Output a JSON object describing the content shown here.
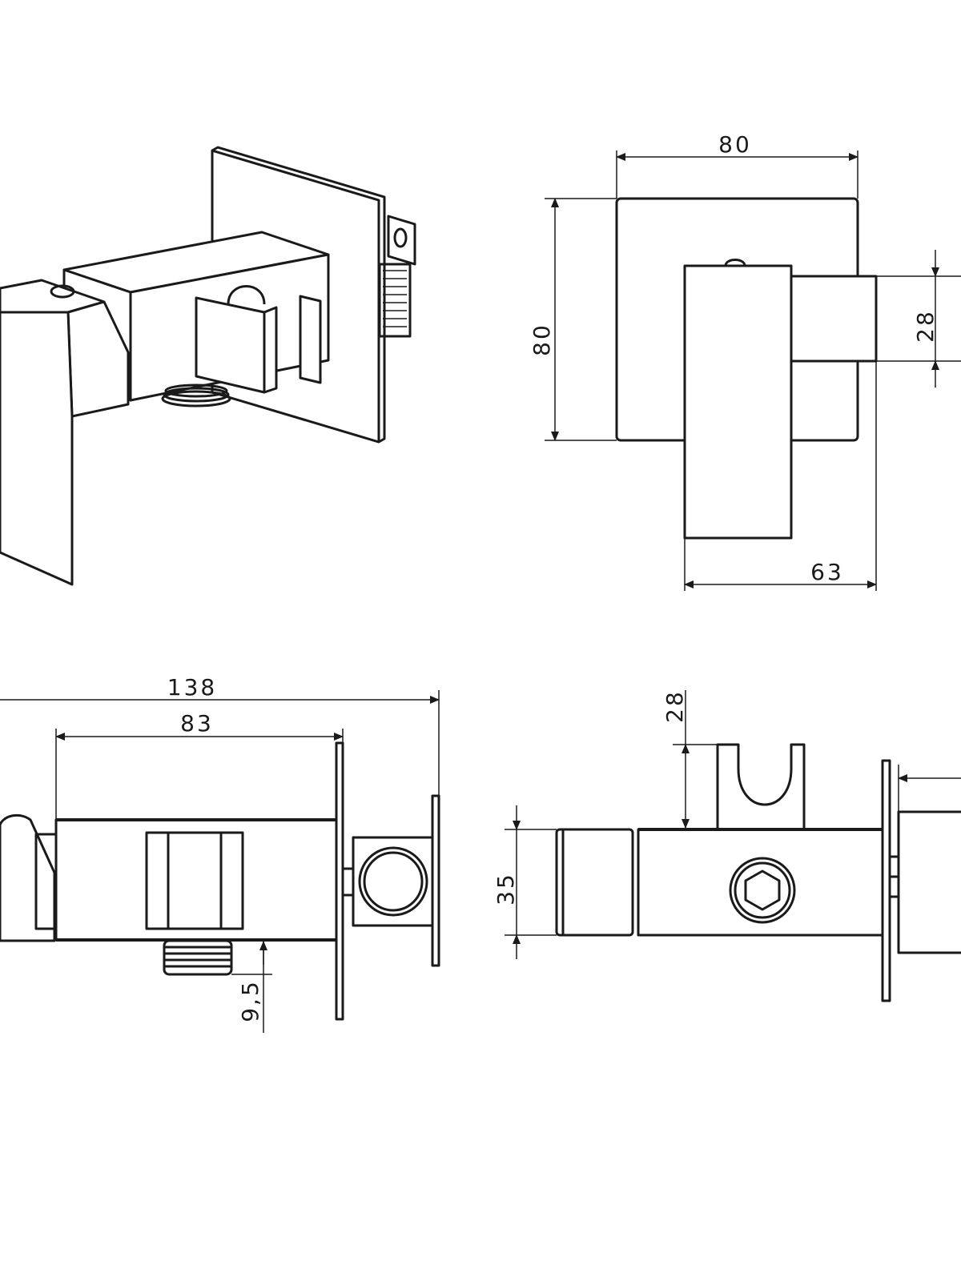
{
  "dimensions": {
    "front_width": "80",
    "front_height": "80",
    "front_spout_height": "28",
    "front_body_width": "63",
    "side_total_length": "138",
    "side_body_length": "83",
    "side_outlet_thread": "9,5",
    "top_holder_height": "28",
    "top_body_diameter": "35"
  }
}
